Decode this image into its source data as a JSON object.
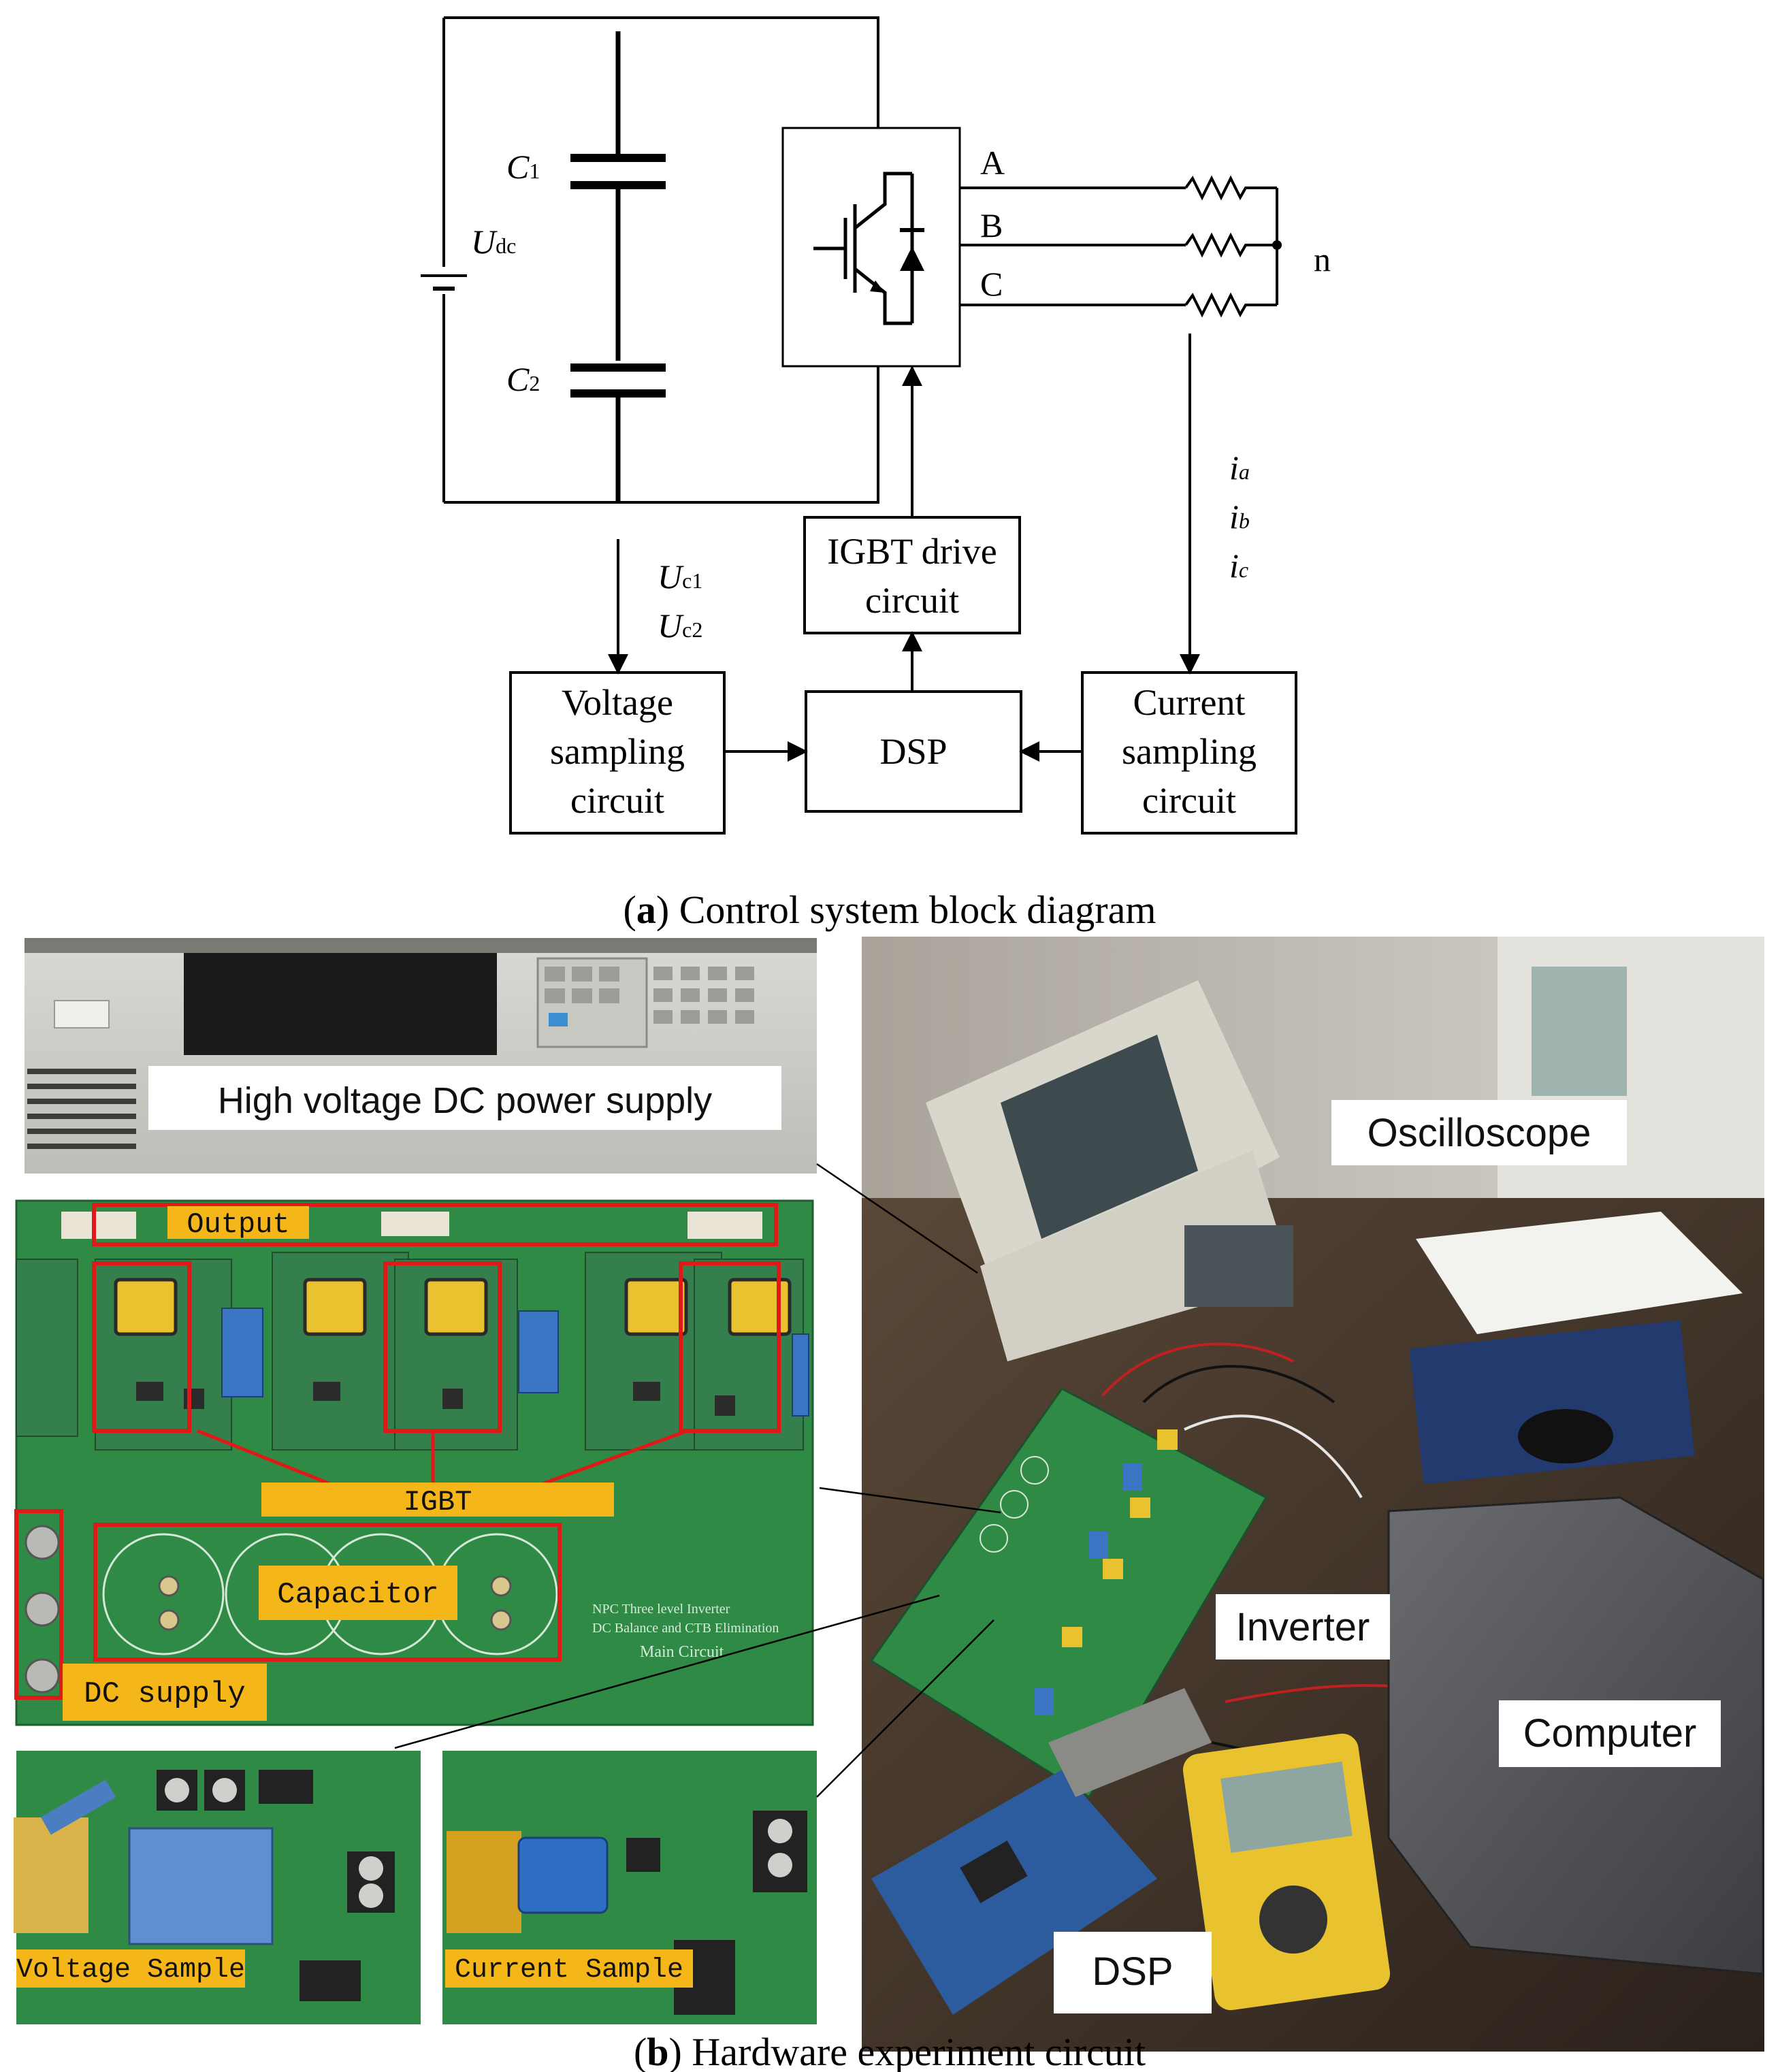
{
  "diagram": {
    "components": {
      "c1": {
        "main": "C",
        "sub": "1"
      },
      "c2": {
        "main": "C",
        "sub": "2"
      },
      "udc": {
        "main": "U",
        "sub": "dc"
      }
    },
    "phases": [
      "A",
      "B",
      "C"
    ],
    "neutral": "n",
    "currents": [
      {
        "main": "i",
        "sub": "a"
      },
      {
        "main": "i",
        "sub": "b"
      },
      {
        "main": "i",
        "sub": "c"
      }
    ],
    "cap_voltages": [
      {
        "main": "U",
        "sub": "c1"
      },
      {
        "main": "U",
        "sub": "c2"
      }
    ],
    "blocks": {
      "igbt_drive": [
        "IGBT drive",
        "circuit"
      ],
      "voltage_sampling": [
        "Voltage",
        "sampling",
        "circuit"
      ],
      "dsp": [
        "DSP"
      ],
      "current_sampling": [
        "Current",
        "sampling",
        "circuit"
      ]
    }
  },
  "caption_a": {
    "letter": "a",
    "text": " Control system block diagram"
  },
  "photos": {
    "power_supply": {
      "label": "High voltage DC power supply"
    },
    "main_board": {
      "labels": {
        "output": "Output",
        "igbt": "IGBT",
        "capacitor": "Capacitor",
        "dc_supply": "DC supply"
      },
      "silk": [
        "NPC Three level Inverter",
        "DC Balance and CTB Elimination",
        "Main Circuit"
      ]
    },
    "voltage_sample": {
      "label": "Voltage Sample"
    },
    "current_sample": {
      "label": "Current Sample"
    },
    "bench": {
      "labels": {
        "oscilloscope": "Oscilloscope",
        "inverter": "Inverter",
        "computer": "Computer",
        "dsp": "DSP"
      }
    }
  },
  "caption_b": {
    "letter": "b",
    "text": " Hardware experiment circuit"
  },
  "colors": {
    "pcb_green": "#2f8a46",
    "label_yellow": "#f5b61a",
    "highlight_red": "#e01818",
    "line": "#000000"
  },
  "icons": [
    "resistor-icon",
    "igbt-icon",
    "diode-icon",
    "capacitor-icon",
    "battery-icon"
  ]
}
